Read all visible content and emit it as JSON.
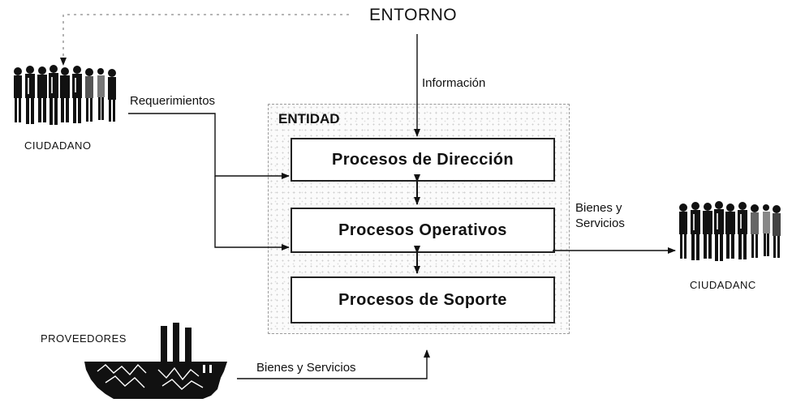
{
  "diagram": {
    "entorno": "ENTORNO",
    "entidad": "ENTIDAD",
    "informacion": "Información",
    "requerimientos": "Requerimientos",
    "bienes_servicios_out": [
      "Bienes y",
      "Servicios"
    ],
    "bienes_servicios_in": "Bienes y Servicios",
    "ciudadano_left": "CIUDADANO",
    "ciudadano_right": "CIUDADANC",
    "proveedores": "PROVEEDORES",
    "procesos": [
      "Procesos de Dirección",
      "Procesos Operativos",
      "Procesos de Soporte"
    ]
  }
}
